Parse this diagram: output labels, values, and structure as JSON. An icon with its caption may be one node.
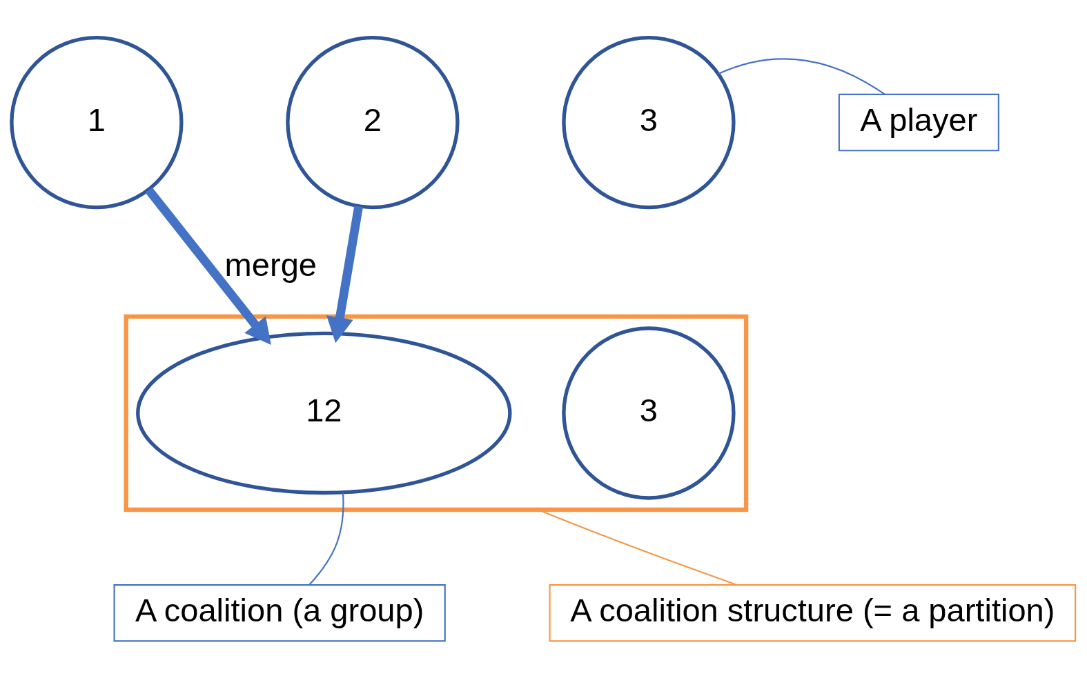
{
  "diagram": {
    "nodes": [
      {
        "text": [
          "1"
        ]
      },
      {
        "text": [
          "2"
        ]
      },
      {
        "text": [
          "3"
        ]
      },
      {
        "text": [
          "A player"
        ]
      },
      {
        "text": [],
        "shape": "box"
      },
      {
        "text": [
          "12"
        ],
        "in": 4
      },
      {
        "text": [
          "3"
        ],
        "in": 4
      },
      {
        "text": [
          "A coalition (a group)"
        ]
      },
      {
        "text": [
          "A coalition structure (= a partition)"
        ]
      }
    ],
    "edges": [
      {
        "from": 3,
        "to": 2,
        "arrow": "none"
      },
      {
        "from": 0,
        "to": 5,
        "arrow": "to",
        "style": "thick",
        "label": "merge"
      },
      {
        "from": 1,
        "to": 5,
        "arrow": "to",
        "style": "thick"
      },
      {
        "from": 7,
        "to": 5,
        "arrow": "none"
      },
      {
        "from": 8,
        "to": 4,
        "arrow": "none",
        "color": "#f79646"
      }
    ]
  }
}
